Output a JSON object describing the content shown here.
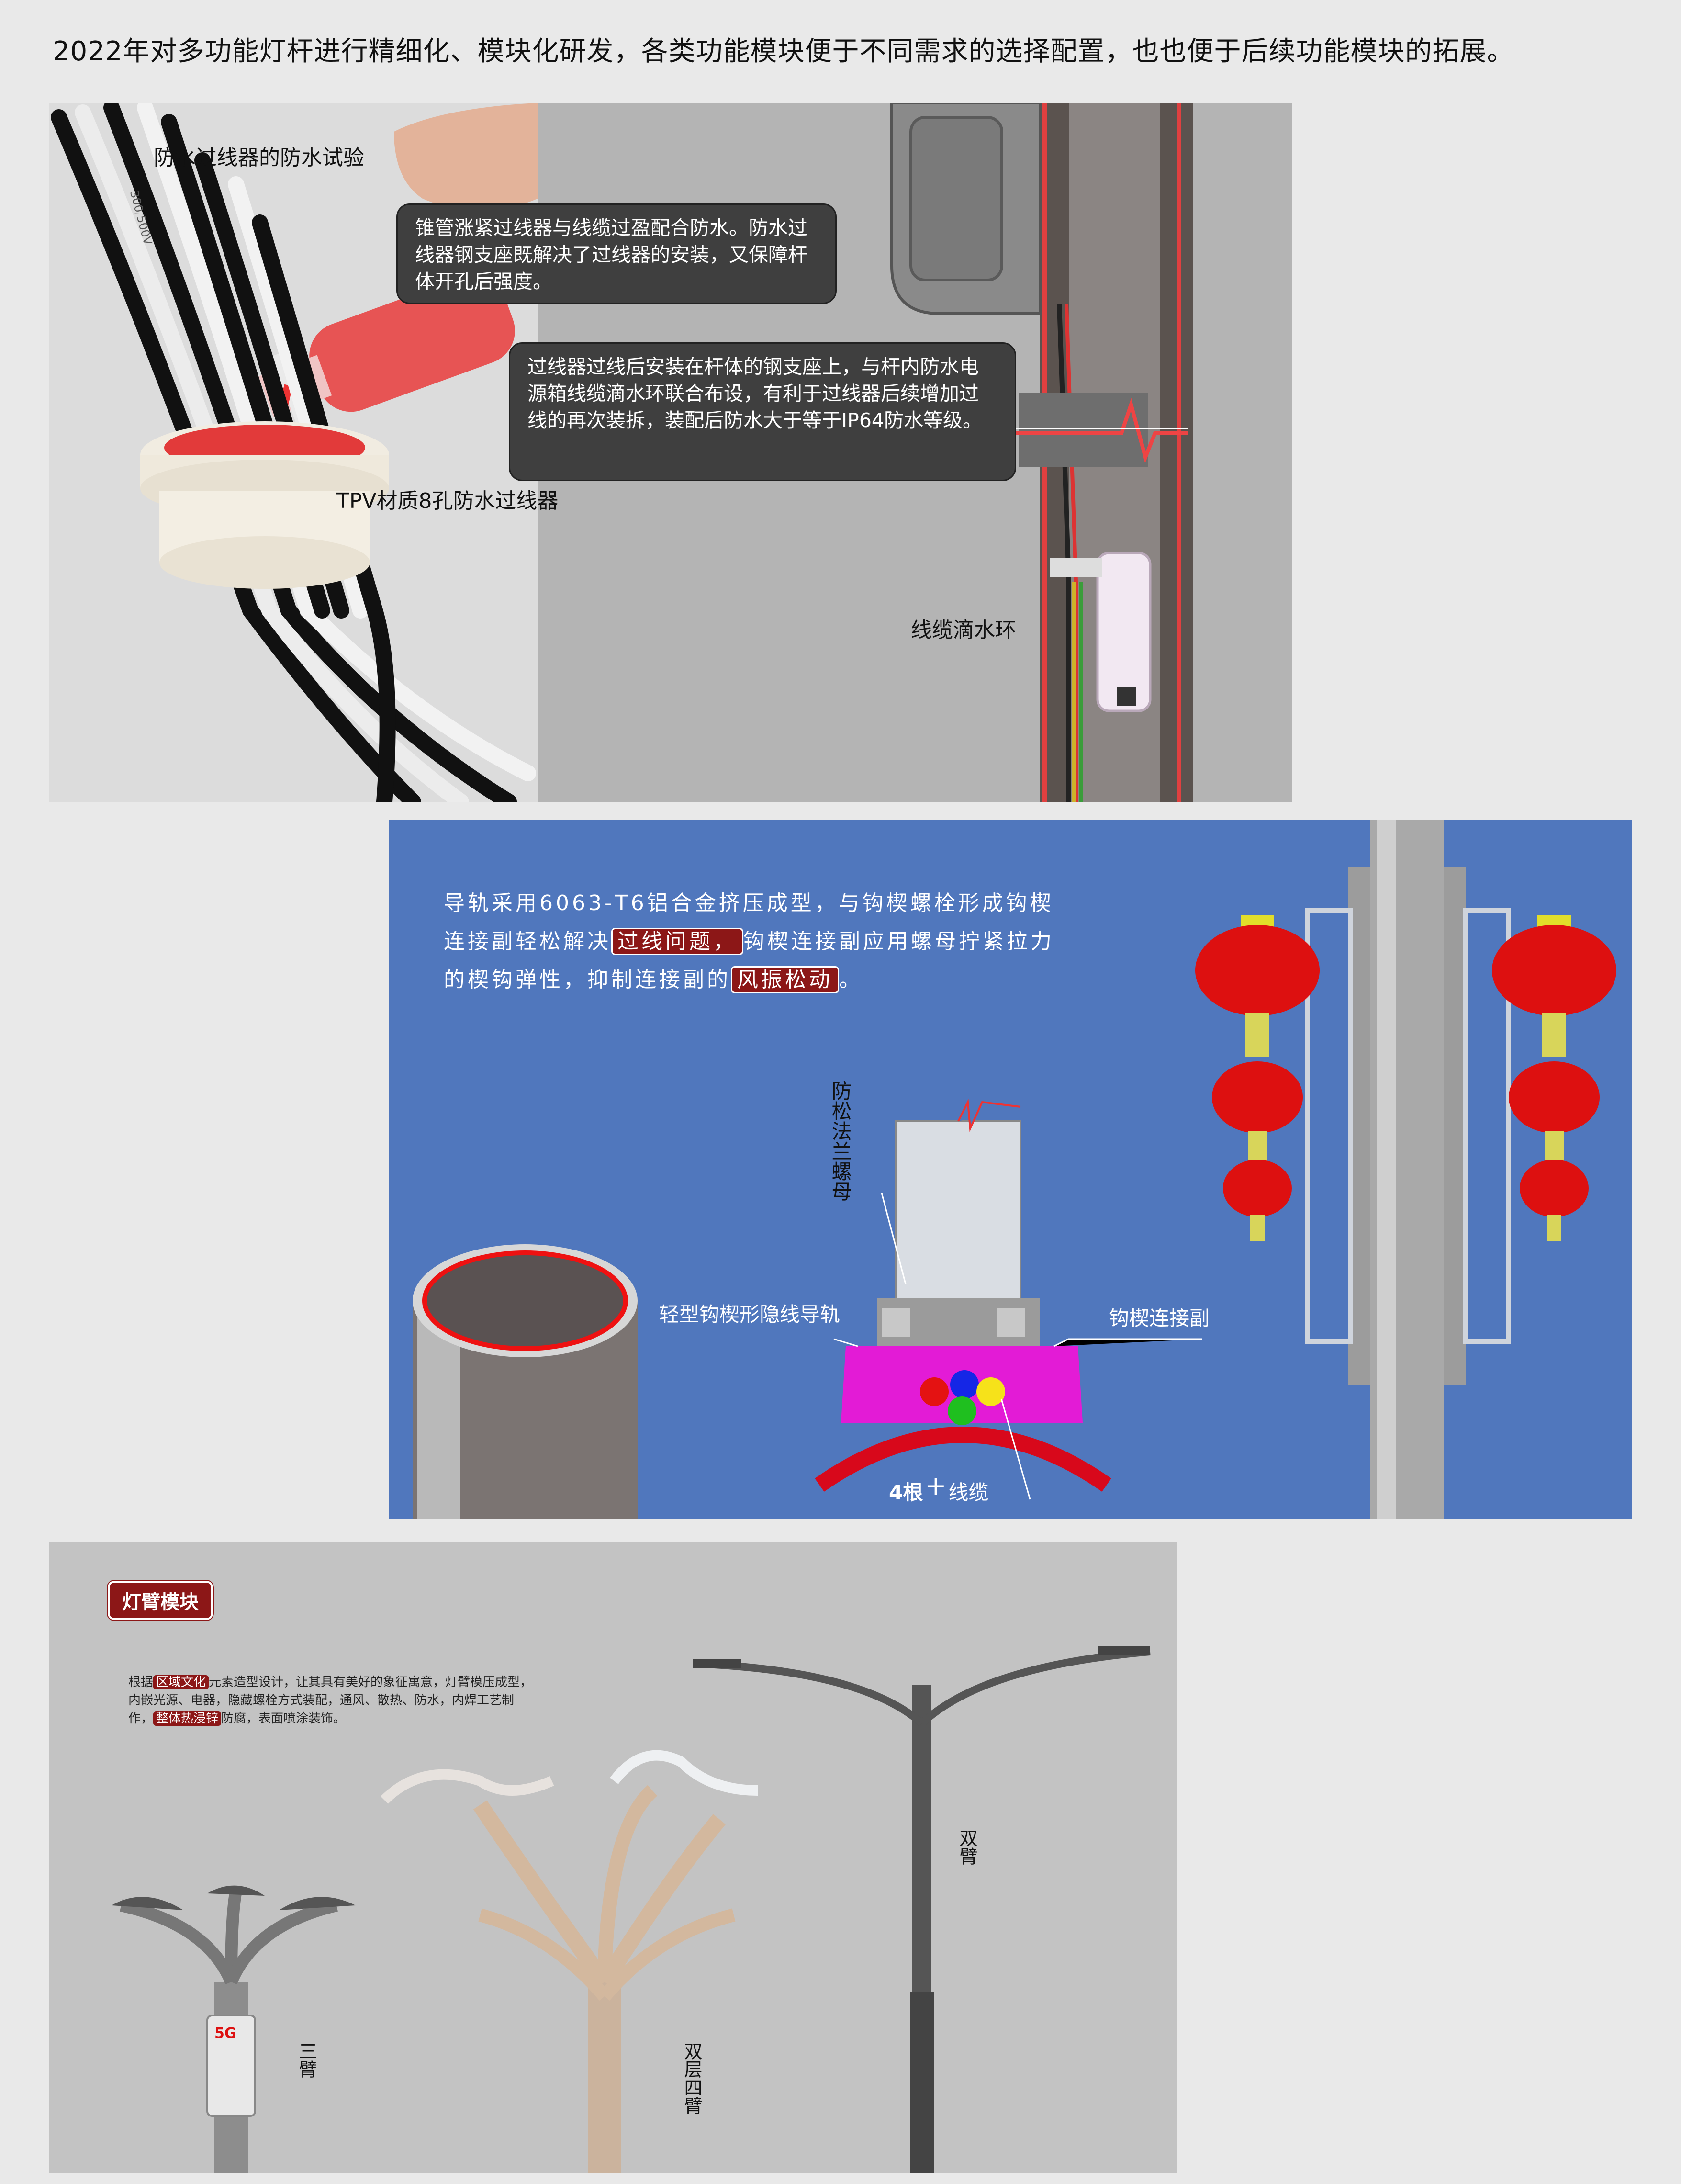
{
  "intro": "2022年对多功能灯杆进行精细化、模块化研发，各类功能模块便于不同需求的选择配置，也也便于后续功能模块的拓展。",
  "panel1": {
    "title": "防水过线器的防水试验",
    "bubble1": "锥管涨紧过线器与线缆过盈配合防水。防水过线器钢支座既解决了过线器的安装，又保障杆体开孔后强度。",
    "bubble2": "过线器过线后安装在杆体的钢支座上，与杆内防水电源箱线缆滴水环联合布设，有利于过线器后续增加过线的再次装拆，装配后防水大于等于IP64防水等级。",
    "label_tpv": "TPV材质8孔防水过线器",
    "label_drip": "线缆滴水环",
    "cable_mark": "300/500V"
  },
  "panel2": {
    "text_a": "导轨采用6063-T6铝合金挤压成型，与钩楔螺栓形成钩楔连接副轻松解决",
    "hl1": "过线问题，",
    "text_b": "钩楔连接副应用螺母拧紧拉力的楔钩弹性，抑制连接副的",
    "hl2": "风振松动",
    "text_c": "。",
    "label_nut": "防松法兰螺母",
    "label_rail": "轻型钩楔形隐线导轨",
    "label_pair": "钩楔连接副",
    "label_cable_a": "4根",
    "label_cable_plus": "+",
    "label_cable_b": "线缆"
  },
  "panel3": {
    "badge": "灯臂模块",
    "text_a": "根据",
    "hl1": "区域文化",
    "text_b": "元素造型设计，让其具有美好的象征寓意，灯臂模压成型，内嵌光源、电器，隐藏螺栓方式装配，通风、散热、防水，内焊工艺制作，",
    "hl2": "整体热浸锌",
    "text_c": "防腐，表面喷涂装饰。",
    "label_three": "三臂",
    "label_double_four": "双层四臂",
    "label_double": "双臂",
    "badge_5g": "5G"
  },
  "colors": {
    "accent_red": "#8c1717",
    "panel_blue": "#5077bd",
    "bubble_dark": "#3f3f3f"
  }
}
